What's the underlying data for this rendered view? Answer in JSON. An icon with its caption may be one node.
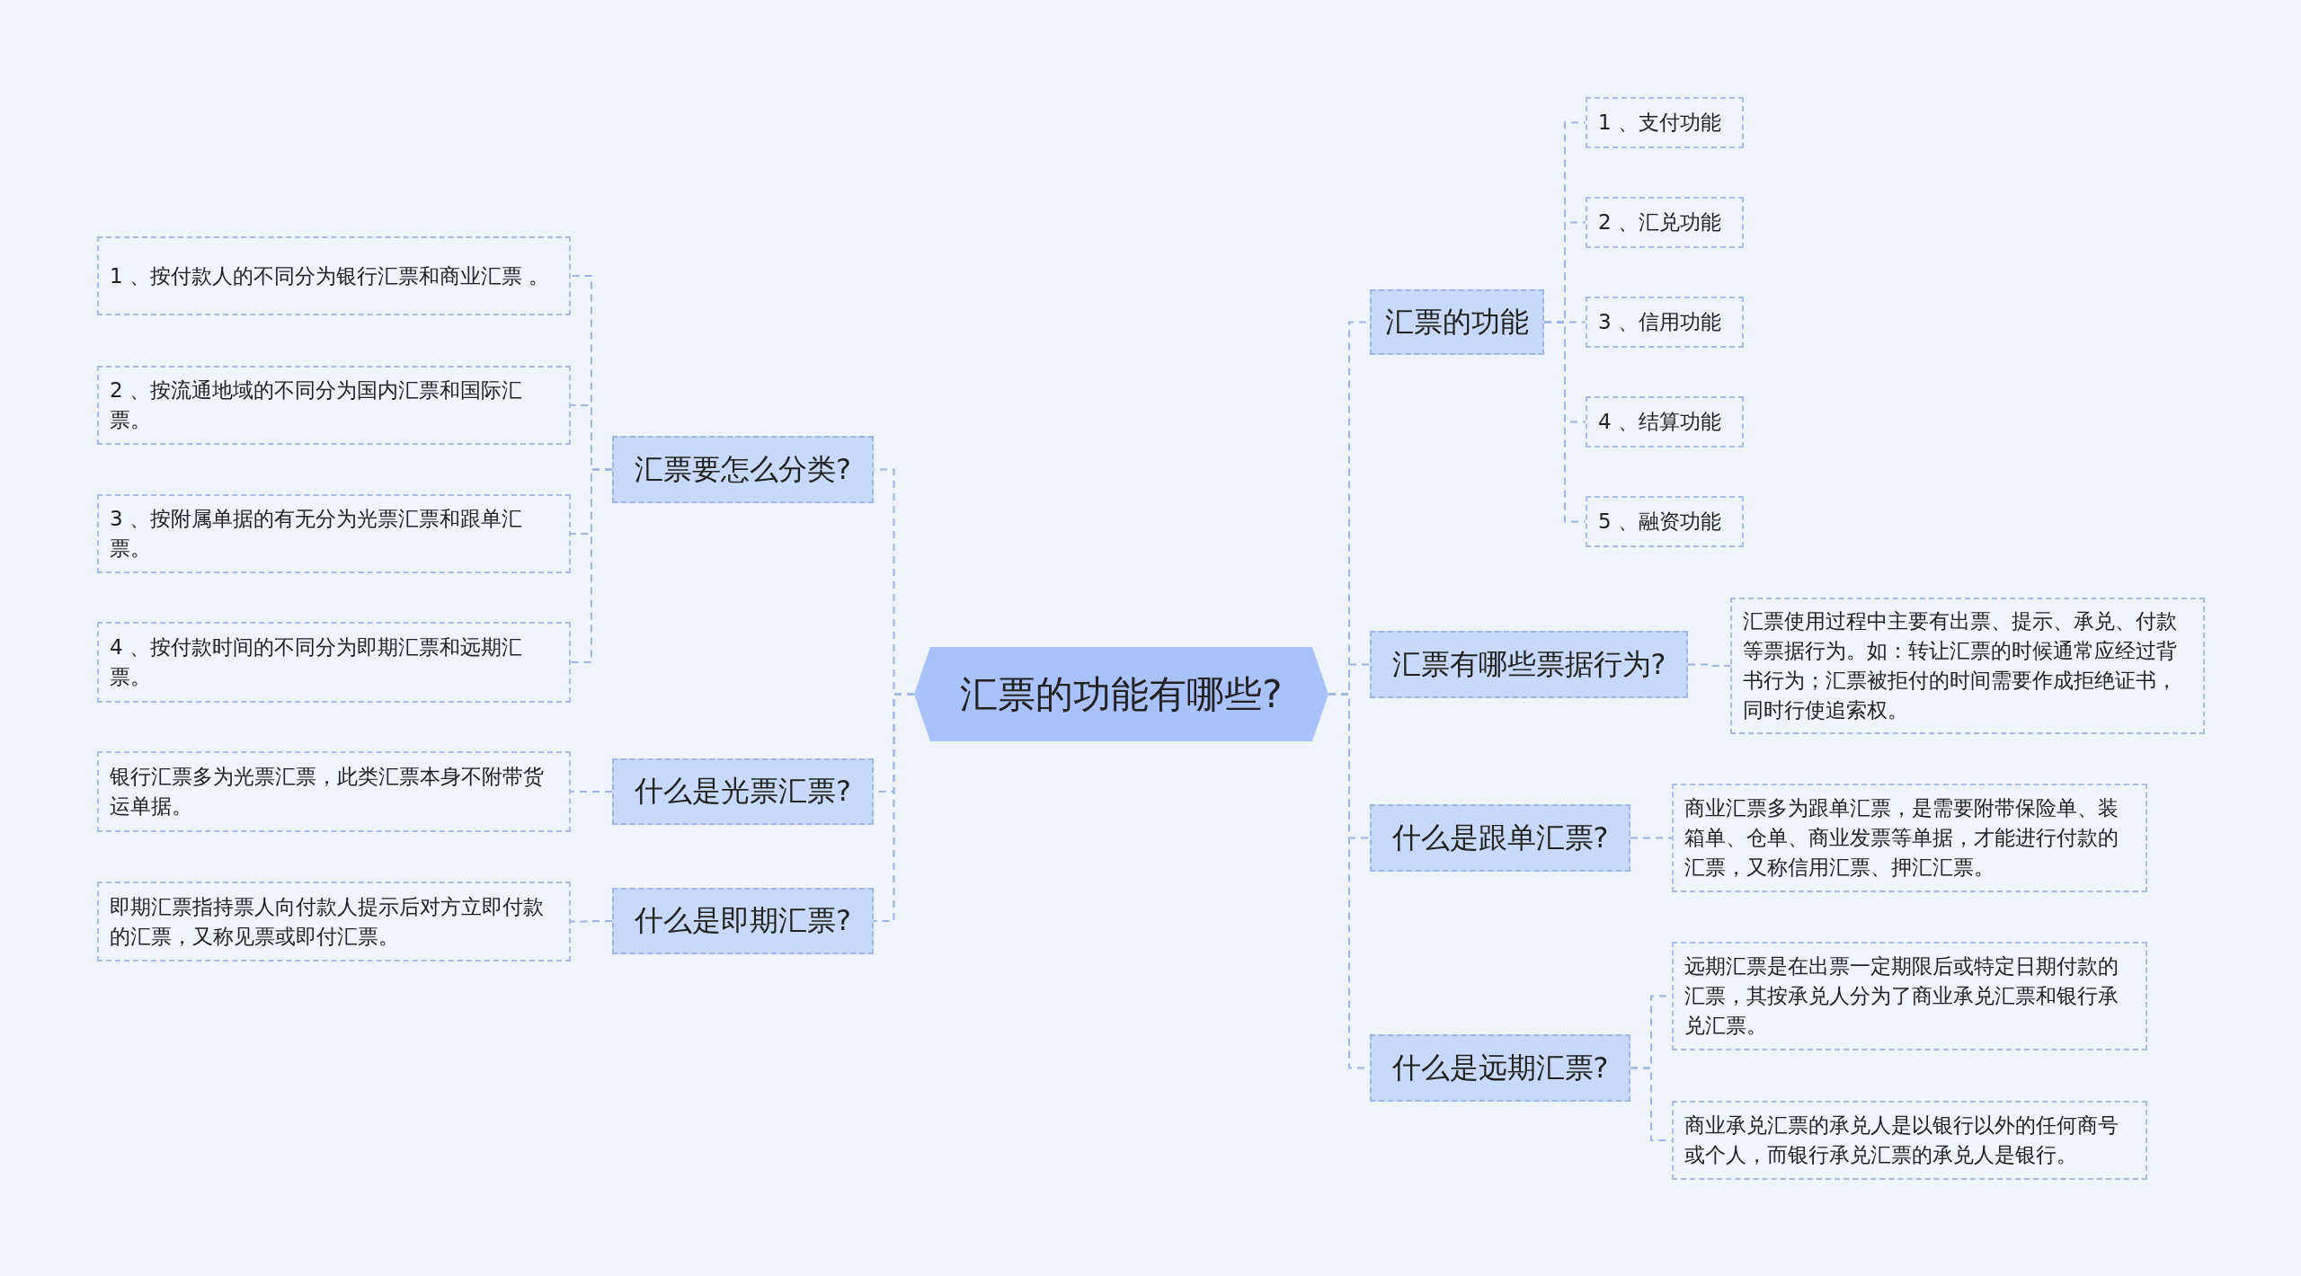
{
  "diagram": {
    "nodes": [
      {
        "text": [
          "汇票的功能有哪些?"
        ]
      },
      {
        "text": [
          "汇票要怎么分类?"
        ]
      },
      {
        "text": [
          "1 、按付款人的不同分为银行汇票和商业汇票 。"
        ]
      },
      {
        "text": [
          "2 、按流通地域的不同分为国内汇票和国际汇票。"
        ]
      },
      {
        "text": [
          "3 、按附属单据的有无分为光票汇票和跟单汇票。"
        ]
      },
      {
        "text": [
          "4 、按付款时间的不同分为即期汇票和远期汇票。"
        ]
      },
      {
        "text": [
          "什么是光票汇票?"
        ]
      },
      {
        "text": [
          "银行汇票多为光票汇票，此类汇票本身不附带货运单据。"
        ]
      },
      {
        "text": [
          "什么是即期汇票?"
        ]
      },
      {
        "text": [
          "即期汇票指持票人向付款人提示后对方立即付款的汇票，又称见票或即付汇票。"
        ]
      },
      {
        "text": [
          "汇票的功能"
        ]
      },
      {
        "text": [
          "1 、支付功能"
        ]
      },
      {
        "text": [
          "2 、汇兑功能"
        ]
      },
      {
        "text": [
          "3 、信用功能"
        ]
      },
      {
        "text": [
          "4 、结算功能"
        ]
      },
      {
        "text": [
          "5 、融资功能"
        ]
      },
      {
        "text": [
          "汇票有哪些票据行为?"
        ]
      },
      {
        "text": [
          "汇票使用过程中主要有出票、提示、承兑、付款等票据行为。如：转让汇票的时候通常应经过背书行为；汇票被拒付的时间需要作成拒绝证书，同时行使追索权。"
        ]
      },
      {
        "text": [
          "什么是跟单汇票?"
        ]
      },
      {
        "text": [
          "商业汇票多为跟单汇票，是需要附带保险单、装箱单、仓单、商业发票等单据，才能进行付款的汇票，又称信用汇票、押汇汇票。"
        ]
      },
      {
        "text": [
          "什么是远期汇票?"
        ]
      },
      {
        "text": [
          "远期汇票是在出票一定期限后或特定日期付款的汇票，其按承兑人分为了商业承兑汇票和银行承兑汇票。"
        ]
      },
      {
        "text": [
          "商业承兑汇票的承兑人是以银行以外的任何商号或个人，而银行承兑汇票的承兑人是银行。"
        ]
      }
    ],
    "edges": [
      {
        "from": 0,
        "to": 1,
        "arrow": "none"
      },
      {
        "from": 1,
        "to": 2,
        "arrow": "none"
      },
      {
        "from": 1,
        "to": 3,
        "arrow": "none"
      },
      {
        "from": 1,
        "to": 4,
        "arrow": "none"
      },
      {
        "from": 1,
        "to": 5,
        "arrow": "none"
      },
      {
        "from": 0,
        "to": 6,
        "arrow": "none"
      },
      {
        "from": 6,
        "to": 7,
        "arrow": "none"
      },
      {
        "from": 0,
        "to": 8,
        "arrow": "none"
      },
      {
        "from": 8,
        "to": 9,
        "arrow": "none"
      },
      {
        "from": 0,
        "to": 10,
        "arrow": "none"
      },
      {
        "from": 10,
        "to": 11,
        "arrow": "none"
      },
      {
        "from": 10,
        "to": 12,
        "arrow": "none"
      },
      {
        "from": 10,
        "to": 13,
        "arrow": "none"
      },
      {
        "from": 10,
        "to": 14,
        "arrow": "none"
      },
      {
        "from": 10,
        "to": 15,
        "arrow": "none"
      },
      {
        "from": 0,
        "to": 16,
        "arrow": "none"
      },
      {
        "from": 16,
        "to": 17,
        "arrow": "none"
      },
      {
        "from": 0,
        "to": 18,
        "arrow": "none"
      },
      {
        "from": 18,
        "to": 19,
        "arrow": "none"
      },
      {
        "from": 0,
        "to": 20,
        "arrow": "none"
      },
      {
        "from": 20,
        "to": 21,
        "arrow": "none"
      },
      {
        "from": 20,
        "to": 22,
        "arrow": "none"
      }
    ]
  }
}
